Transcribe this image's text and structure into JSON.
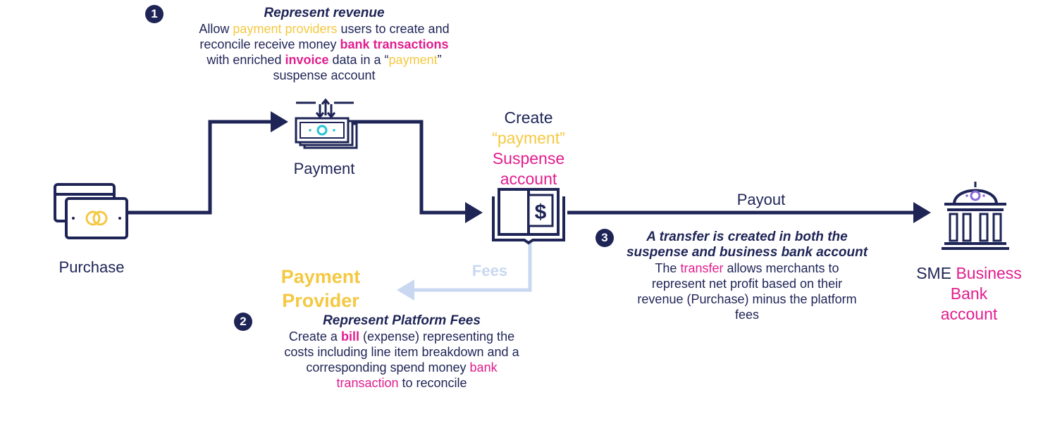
{
  "step1": {
    "number": "1",
    "title": "Represent revenue",
    "line1": {
      "a": "Allow ",
      "b": "payment providers",
      "c": " users to create and"
    },
    "line2": {
      "a": "reconcile receive money ",
      "b": "bank transactions"
    },
    "line3": {
      "a": "with enriched ",
      "b": "invoice",
      "c": " data in a “",
      "d": "payment",
      "e": "”"
    },
    "line4": "suspense account"
  },
  "step2": {
    "number": "2",
    "title": "Represent Platform Fees",
    "line1": {
      "a": "Create a ",
      "b": "bill",
      "c": " (expense) representing the"
    },
    "line2": "costs including line item breakdown and a",
    "line3": {
      "a": "corresponding spend money ",
      "b": "bank"
    },
    "line4": {
      "a": "transaction",
      "b": " to reconcile"
    }
  },
  "step3": {
    "number": "3",
    "title_line1": "A transfer is created in both the",
    "title_line2": "suspense and business bank account",
    "line1": {
      "a": "The ",
      "b": "transfer",
      "c": " allows merchants to"
    },
    "line2": "represent net profit based on their",
    "line3": "revenue (Purchase) minus the platform",
    "line4": "fees"
  },
  "nodes": {
    "purchase": "Purchase",
    "payment": "Payment",
    "suspense": {
      "line1": "Create",
      "line2": "“payment”",
      "line3": "Suspense",
      "line4": "account"
    },
    "bank": {
      "line1a": "SME ",
      "line1b": "Business",
      "line2": "Bank",
      "line3": "account"
    },
    "provider": {
      "line1": "Payment",
      "line2": "Provider"
    }
  },
  "edges": {
    "payout": "Payout",
    "fees": "Fees"
  },
  "colors": {
    "navy": "#1e2456",
    "pink": "#e11d8e",
    "yellow": "#f5c842",
    "teal": "#27c3d8",
    "light_blue": "#c9d8f0"
  },
  "icons": [
    "credit-card-icon",
    "cash-stack-icon",
    "ledger-book-icon",
    "bank-building-icon"
  ]
}
